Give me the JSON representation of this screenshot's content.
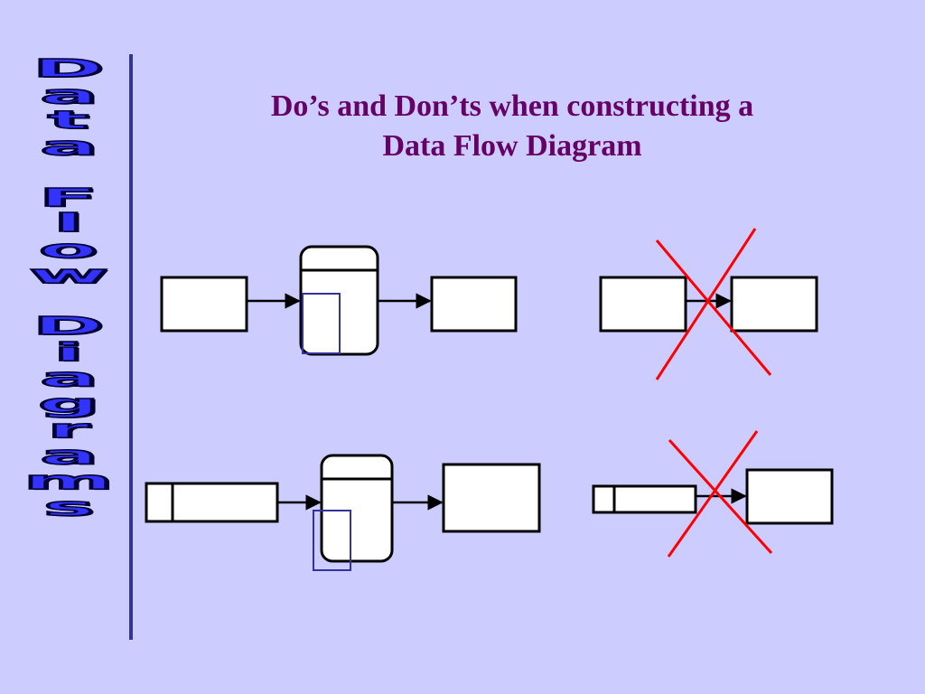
{
  "side_title": "Data Flow Diagrams",
  "title": {
    "line1": "Do’s and Don’ts when constructing a",
    "line2": "Data Flow Diagram"
  },
  "colors": {
    "background": "#ccccff",
    "side_title_fill": "#3333ff",
    "side_rule": "#333399",
    "title_text": "#660066",
    "cross_mark": "#ff0000",
    "store_marker": "#333399"
  }
}
